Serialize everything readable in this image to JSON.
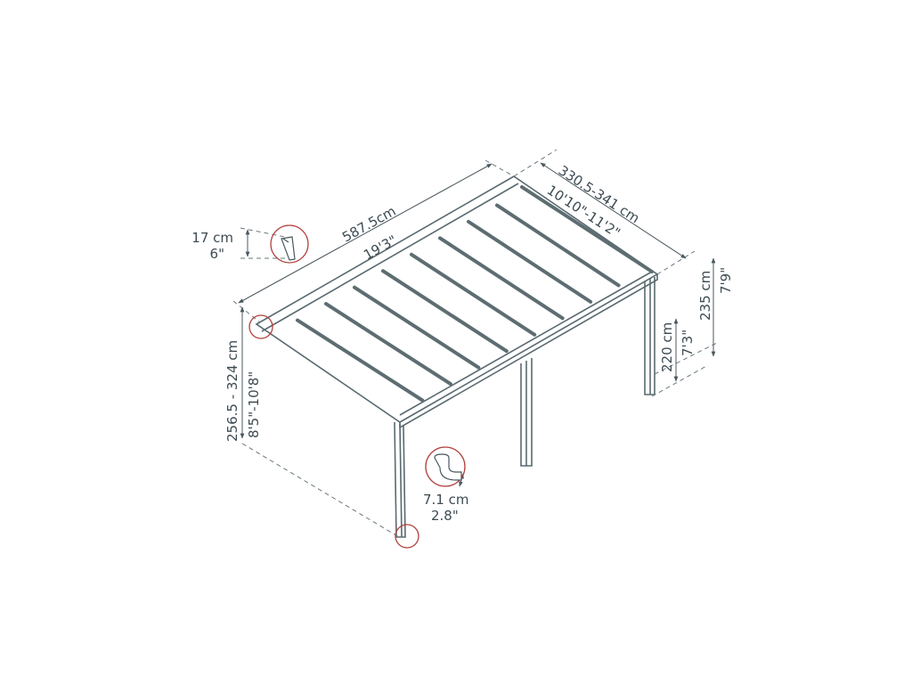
{
  "title": "Patio cover dimensions diagram",
  "dimensions": {
    "length": {
      "metric": "587.5cm",
      "imperial": "19'3\""
    },
    "width": {
      "metric": "330.5-341 cm",
      "imperial": "10'10\"-11'2\""
    },
    "front_height": {
      "metric": "256.5 - 324 cm",
      "imperial": "8'5\"-10'8\""
    },
    "rear_height_min": {
      "metric": "220 cm",
      "imperial": "7'3\""
    },
    "rear_height_max": {
      "metric": "235 cm",
      "imperial": "7'9\""
    },
    "bracket_height": {
      "metric": "17 cm",
      "imperial": "6\""
    },
    "drain_diameter": {
      "metric": "7.1 cm",
      "imperial": "2.8\""
    }
  },
  "colors": {
    "frame": "#5a6a70",
    "detail_circle": "#b0403c",
    "text": "#3d4b52"
  }
}
